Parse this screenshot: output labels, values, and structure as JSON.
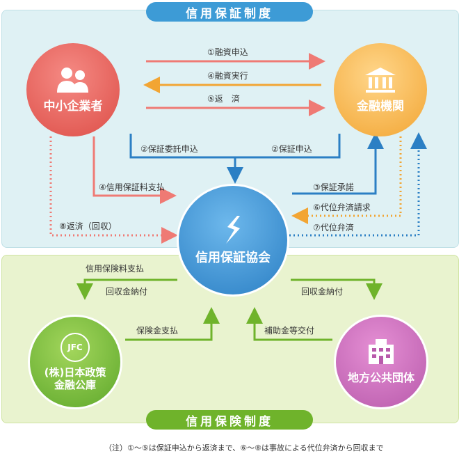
{
  "sections": {
    "top_title": "信用保証制度",
    "bottom_title": "信用保険制度"
  },
  "nodes": {
    "sme": "中小企業者",
    "bank": "金融機関",
    "association": "信用保証協会",
    "jfc_line1": "(株)日本政策",
    "jfc_line2": "金融公庫",
    "jfc_badge": "JFC",
    "local_gov": "地方公共団体"
  },
  "flows": {
    "loan_application": "①融資申込",
    "loan_execution": "④融資実行",
    "repayment": "⑤返　済",
    "guarantee_consignment": "②保証委託申込",
    "guarantee_application": "②保証申込",
    "guarantee_fee": "④信用保証料支払",
    "guarantee_approval": "③保証承諾",
    "subrogation_request": "⑥代位弁済請求",
    "subrogation_payment": "⑦代位弁済",
    "recovery_repayment": "⑧返済（回収）",
    "insurance_fee": "信用保険料支払",
    "recovery_pay_jfc": "回収金納付",
    "insurance_payout": "保険金支払",
    "recovery_pay_local": "回収金納付",
    "subsidy": "補助金等交付"
  },
  "note": "（注）①～⑤は保証申込から返済まで、⑥～⑧は事故による代位弁済から回収まで",
  "colors": {
    "red": "#ef7a74",
    "orange": "#f2a533",
    "blue": "#2b7fc4",
    "green": "#6fb32b",
    "purple": "#b85aab"
  }
}
